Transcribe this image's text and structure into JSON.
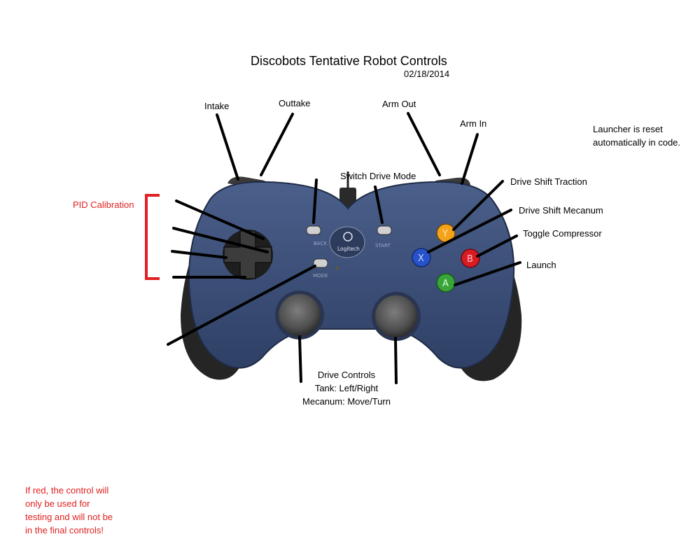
{
  "title": "Discobots Tentative Robot Controls",
  "date": "02/18/2014",
  "labels": {
    "intake": "Intake",
    "outtake": "Outtake",
    "arm_out": "Arm Out",
    "arm_in": "Arm In",
    "switch_drive_mode": "Switch Drive Mode",
    "drive_shift_traction": "Drive Shift Traction",
    "drive_shift_mecanum": "Drive Shift Mecanum",
    "toggle_compressor": "Toggle Compressor",
    "launch": "Launch",
    "pid_calibration": "PID Calibration",
    "drive_controls": [
      "Drive Controls",
      "Tank: Left/Right",
      "Mecanum: Move/Turn"
    ]
  },
  "notes": {
    "launcher": [
      "Launcher is reset",
      "automatically in code."
    ],
    "legend_red": [
      "If red, the control will",
      "only be used for",
      "testing and will not be",
      "in the final controls!"
    ]
  },
  "controller": {
    "brand": "Logitech",
    "back_label": "BACK",
    "start_label": "START",
    "mode_label": "MODE",
    "button_x": "X",
    "button_y": "Y",
    "button_a": "A",
    "button_b": "B"
  },
  "colors": {
    "body": "#3b4e74",
    "grip": "#2b2b2b",
    "annotation_red": "#e02020",
    "button_yellow": "#f3a21b",
    "button_blue": "#2653c9",
    "button_red": "#d91c24",
    "button_green": "#3aa33a"
  }
}
